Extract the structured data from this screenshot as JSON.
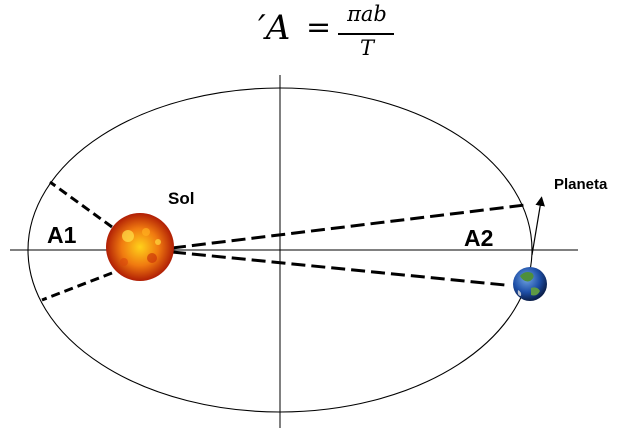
{
  "formula": {
    "lhs": "′A",
    "equals": "=",
    "numerator": "πab",
    "denominator": "T"
  },
  "labels": {
    "sun": "Sol",
    "planet": "Planeta",
    "area_1": "A1",
    "area_2": "A2"
  },
  "colors": {
    "sun_core": "#ffd21a",
    "sun_mid": "#f07a10",
    "sun_edge": "#b01e05",
    "earth_ocean": "#1e4fa8",
    "earth_land": "#4e8f3a"
  }
}
